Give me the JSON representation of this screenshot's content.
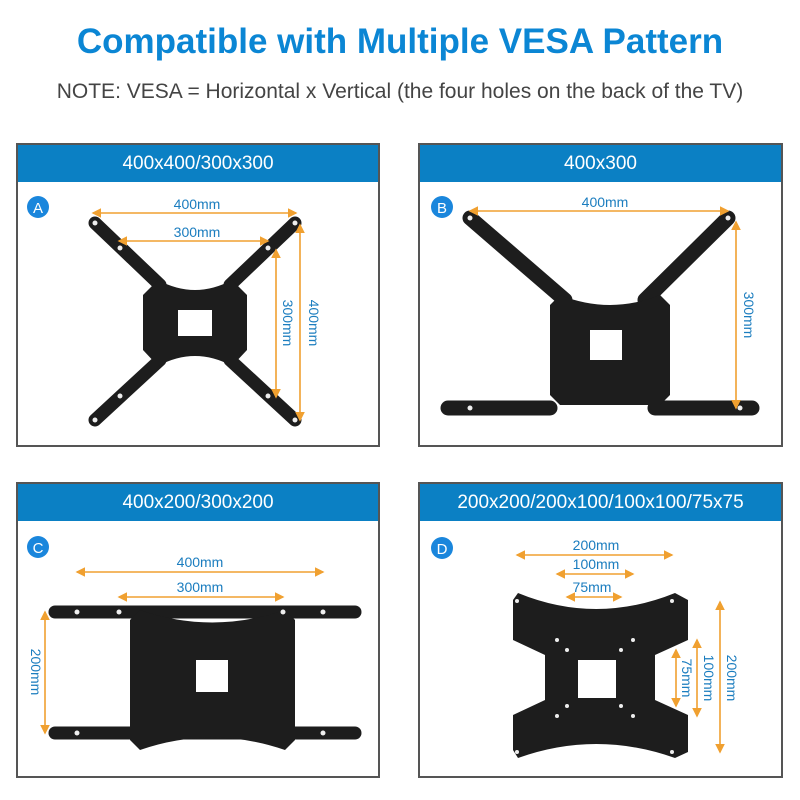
{
  "title": "Compatible with Multiple VESA Pattern",
  "note": "NOTE: VESA = Horizontal x Vertical (the four holes on the back of the TV)",
  "colors": {
    "accent": "#0b80c4",
    "dimension_line": "#f0a030",
    "dimension_text": "#1b7dbf"
  },
  "panels": [
    {
      "badge": "A",
      "header": "400x400/300x300",
      "dims": [
        "400mm",
        "300mm",
        "300mm",
        "400mm"
      ]
    },
    {
      "badge": "B",
      "header": "400x300",
      "dims": [
        "400mm",
        "300mm"
      ]
    },
    {
      "badge": "C",
      "header": "400x200/300x200",
      "dims": [
        "400mm",
        "300mm",
        "200mm"
      ]
    },
    {
      "badge": "D",
      "header": "200x200/200x100/100x100/75x75",
      "dims": [
        "200mm",
        "100mm",
        "75mm",
        "75mm",
        "100mm",
        "200mm"
      ]
    }
  ]
}
